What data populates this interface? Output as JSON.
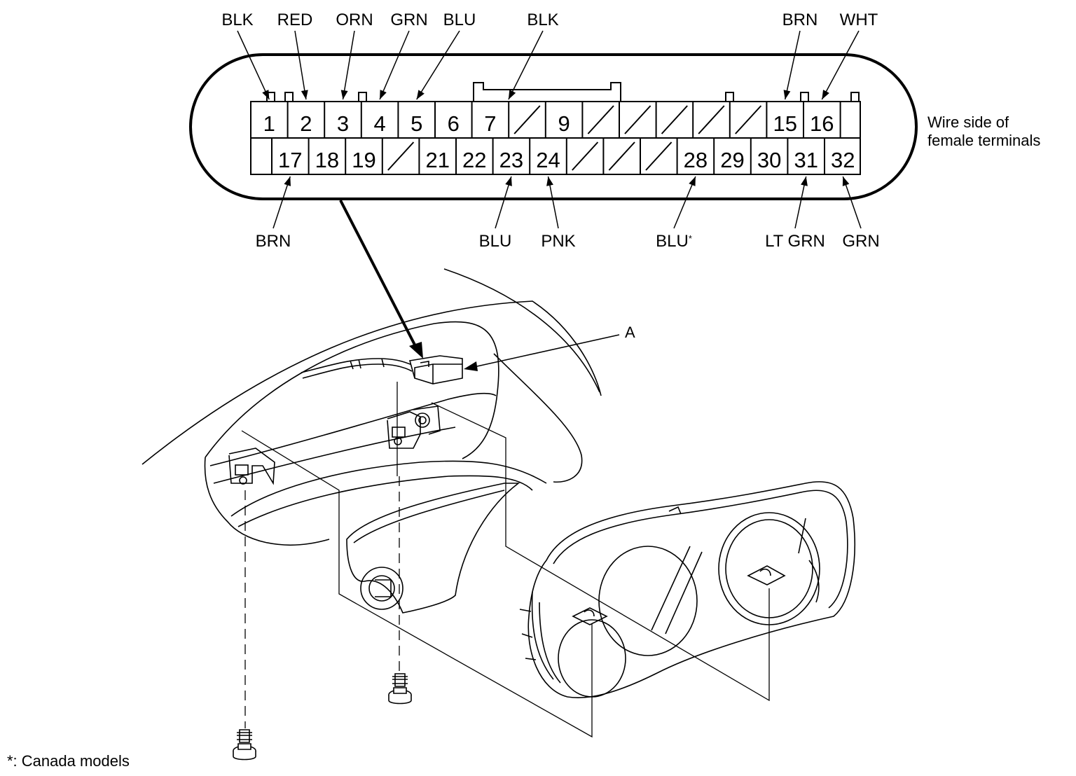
{
  "connector": {
    "caption_line1": "Wire side of",
    "caption_line2": "female terminals",
    "top_pins": [
      "1",
      "2",
      "3",
      "4",
      "5",
      "6",
      "7",
      "",
      "9",
      "",
      "",
      "",
      "",
      "",
      "15",
      "16"
    ],
    "bottom_pins": [
      "17",
      "18",
      "19",
      "",
      "21",
      "22",
      "23",
      "24",
      "",
      "",
      "",
      "28",
      "29",
      "30",
      "31",
      "32"
    ],
    "top_wires": [
      {
        "pin": "1",
        "color": "BLK"
      },
      {
        "pin": "2",
        "color": "RED"
      },
      {
        "pin": "3",
        "color": "ORN"
      },
      {
        "pin": "4",
        "color": "GRN"
      },
      {
        "pin": "5",
        "color": "BLU"
      },
      {
        "pin": "7",
        "color": "BLK"
      },
      {
        "pin": "15",
        "color": "BRN"
      },
      {
        "pin": "16",
        "color": "WHT"
      }
    ],
    "bottom_wires": [
      {
        "pin": "17",
        "color": "BRN"
      },
      {
        "pin": "23",
        "color": "BLU"
      },
      {
        "pin": "24",
        "color": "PNK"
      },
      {
        "pin": "28",
        "color": "BLU",
        "mark": "*"
      },
      {
        "pin": "31",
        "color": "LT GRN"
      },
      {
        "pin": "32",
        "color": "GRN"
      }
    ]
  },
  "callout": {
    "label": "A"
  },
  "footnote": "*: Canada models"
}
